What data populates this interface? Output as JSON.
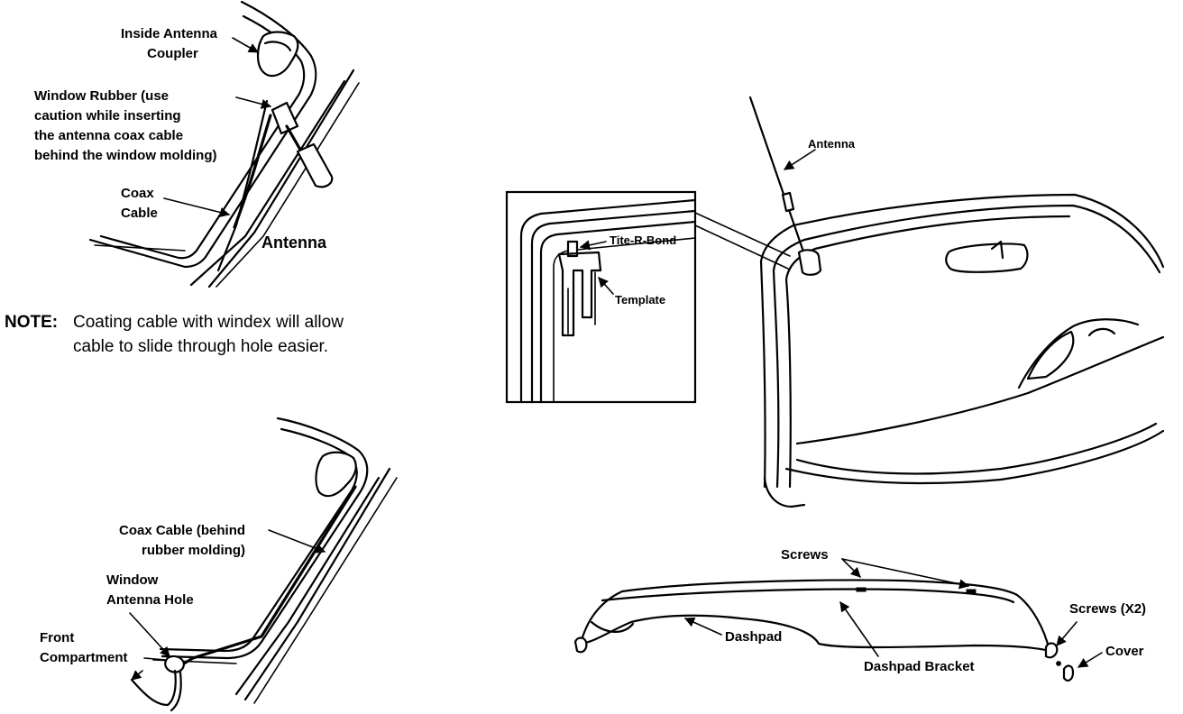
{
  "labels": {
    "inside_coupler": "Inside Antenna\n       Coupler",
    "window_rubber": "Window Rubber (use\ncaution while inserting\nthe antenna coax cable\nbehind the window molding)",
    "coax_cable": "Coax\nCable",
    "antenna_title": "Antenna",
    "note_head": "NOTE:",
    "note_body": "Coating cable with windex will allow\ncable to slide through hole easier.",
    "coax_behind": "Coax Cable (behind\n      rubber molding)",
    "window_hole": "Window\nAntenna Hole",
    "front_comp": "Front\nCompartment",
    "antenna": "Antenna",
    "tite_r_bond": "Tite-R-Bond",
    "template": "Template",
    "screws": "Screws",
    "screws_x2": "Screws (X2)",
    "cover": "Cover",
    "dashpad": "Dashpad",
    "dashpad_bracket": "Dashpad Bracket"
  }
}
